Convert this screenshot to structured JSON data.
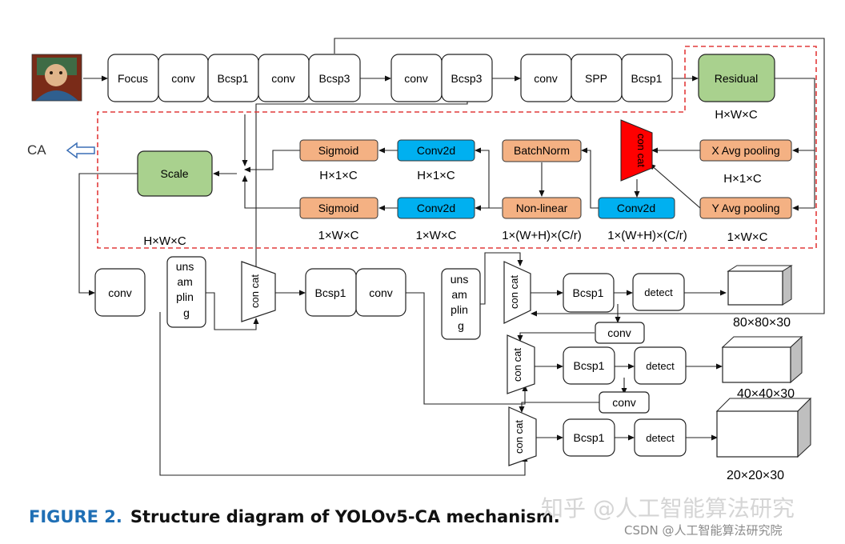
{
  "colors": {
    "orange": "#f4b183",
    "blue": "#00b0f0",
    "green": "#a9d18e",
    "red": "#ff0000",
    "dashed_red": "#e23b3b",
    "caption_blue": "#1f6fb5"
  },
  "input_image": {
    "icon": "painting-thumbnail-icon"
  },
  "backbone": {
    "focus": "Focus",
    "conv1": "conv",
    "bcsp1_a": "Bcsp1",
    "conv2": "conv",
    "bcsp3_a": "Bcsp3",
    "conv3": "conv",
    "bcsp3_b": "Bcsp3",
    "conv4": "conv",
    "spp": "SPP",
    "bcsp1_b": "Bcsp1",
    "residual": "Residual"
  },
  "ca_module": {
    "ca_label": "CA",
    "arrow_icon": "hollow-left-arrow-icon",
    "scale": "Scale",
    "sigmoid_top": "Sigmoid",
    "sigmoid_bottom": "Sigmoid",
    "conv2d_top": "Conv2d",
    "conv2d_bottom": "Conv2d",
    "batchnorm": "BatchNorm",
    "nonlinear": "Non-linear",
    "concat": "con cat",
    "conv2d_mid": "Conv2d",
    "x_pool": "X Avg pooling",
    "y_pool": "Y Avg pooling",
    "dims": {
      "residual_out": "H×W×C",
      "x_pool": "H×1×C",
      "y_pool": "1×W×C",
      "sigmoid_top": "H×1×C",
      "conv2d_top": "H×1×C",
      "sigmoid_bottom": "1×W×C",
      "conv2d_bottom": "1×W×C",
      "nonlinear": "1×(W+H)×(C/r)",
      "conv2d_mid": "1×(W+H)×(C/r)",
      "scale_out": "H×W×C"
    }
  },
  "neck_head": {
    "conv_a": "conv",
    "upsampling_1": [
      "uns",
      "am",
      "plin",
      "g"
    ],
    "concat_1": "con cat",
    "bcsp1_c": "Bcsp1",
    "conv_b": "conv",
    "upsampling_2": [
      "uns",
      "am",
      "plin",
      "g"
    ],
    "concat_2": "con cat",
    "bcsp1_d": "Bcsp1",
    "detect_1": "detect",
    "conv_c": "conv",
    "concat_3": "con cat",
    "bcsp1_e": "Bcsp1",
    "detect_2": "detect",
    "conv_d": "conv",
    "concat_4": "con cat",
    "bcsp1_f": "Bcsp1",
    "detect_3": "detect",
    "out_1": "80×80×30",
    "out_2": "40×40×30",
    "out_3": "20×20×30"
  },
  "caption": {
    "figure": "FIGURE 2.",
    "text": "Structure diagram of YOLOv5-CA mechanism."
  },
  "watermark": {
    "zhihu": "知乎 @人工智能算法研究",
    "csdn": "CSDN @人工智能算法研究院"
  }
}
